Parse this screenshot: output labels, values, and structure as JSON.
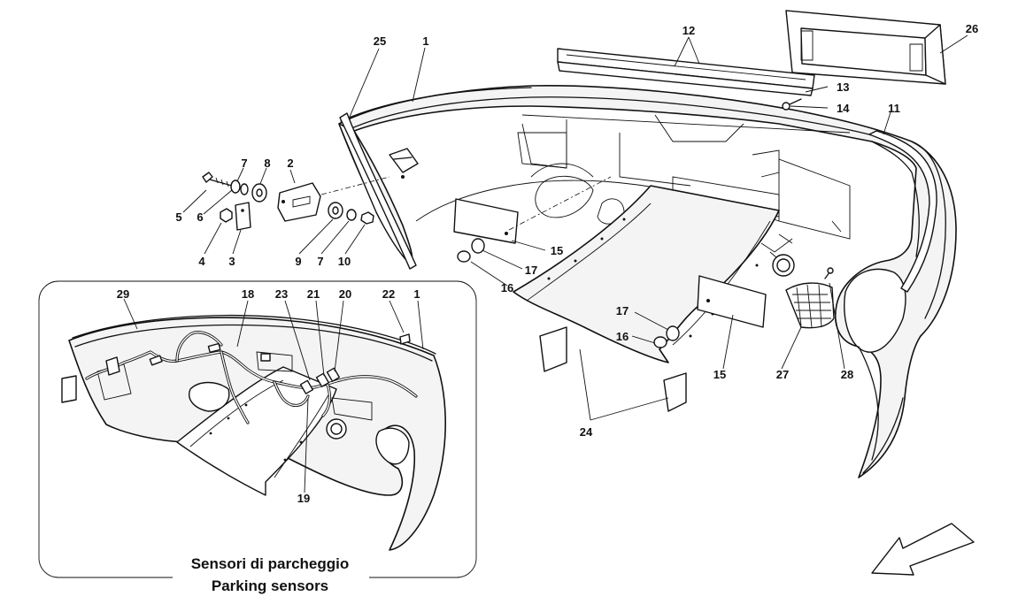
{
  "inset": {
    "caption_line1": "Sensori di parcheggio",
    "caption_line2": "Parking sensors"
  },
  "callouts": {
    "c1a": "1",
    "c25": "25",
    "c12": "12",
    "c26": "26",
    "c13": "13",
    "c14": "14",
    "c11": "11",
    "c7a": "7",
    "c8": "8",
    "c2": "2",
    "c5": "5",
    "c6": "6",
    "c4": "4",
    "c3": "3",
    "c9": "9",
    "c7b": "7",
    "c10": "10",
    "c15a": "15",
    "c17a": "17",
    "c16a": "16",
    "c17b": "17",
    "c16b": "16",
    "c15b": "15",
    "c27": "27",
    "c28": "28",
    "c24": "24",
    "c29": "29",
    "c18": "18",
    "c23": "23",
    "c21": "21",
    "c20": "20",
    "c22": "22",
    "c1b": "1",
    "c19": "19"
  },
  "icons": {
    "direction": "direction-arrow-icon"
  }
}
